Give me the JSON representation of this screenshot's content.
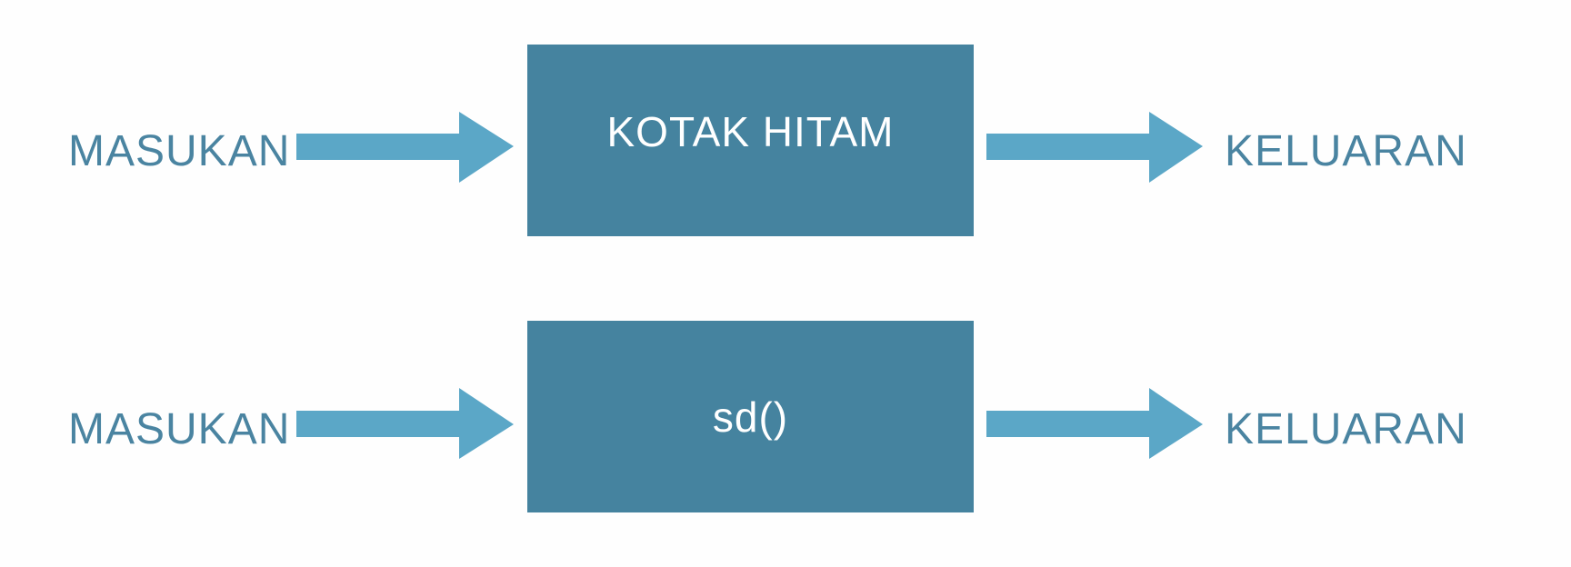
{
  "colors": {
    "box": "#45839f",
    "arrow": "#5ba7c7",
    "label": "#4a84a1",
    "box_text": "#ffffff"
  },
  "rows": [
    {
      "input": "MASUKAN",
      "box": "KOTAK HITAM",
      "output": "KELUARAN"
    },
    {
      "input": "MASUKAN",
      "box": "sd()",
      "output": "KELUARAN"
    }
  ]
}
